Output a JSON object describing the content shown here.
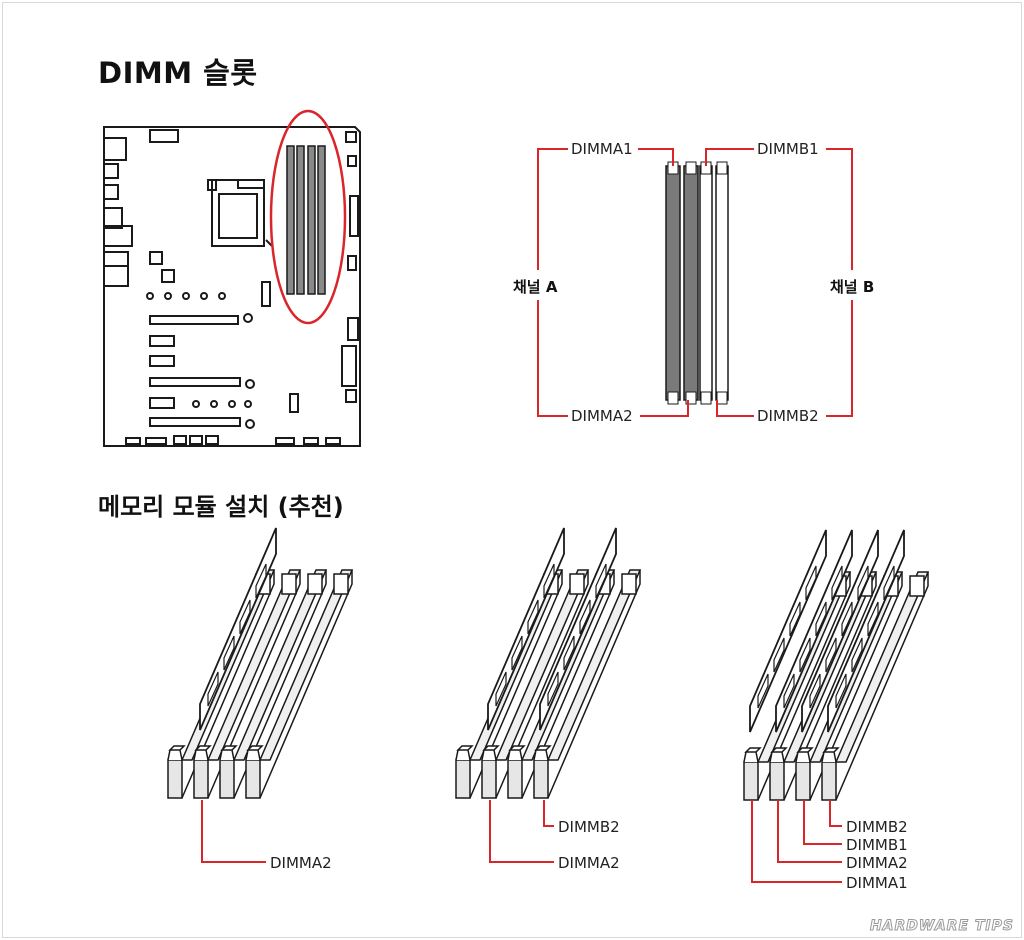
{
  "titles": {
    "dimm_slots": "DIMM 슬롯",
    "install": "메모리 모듈 설치 (추천)"
  },
  "slot_diagram": {
    "channel_a": "채널 A",
    "channel_b": "채널 B",
    "labels": {
      "a1": "DIMMA1",
      "a2": "DIMMA2",
      "b1": "DIMMB1",
      "b2": "DIMMB2"
    }
  },
  "install_configs": [
    {
      "labels": [
        "DIMMA2"
      ]
    },
    {
      "labels": [
        "DIMMB2",
        "DIMMA2"
      ]
    },
    {
      "labels": [
        "DIMMB2",
        "DIMMB1",
        "DIMMA2",
        "DIMMA1"
      ]
    }
  ],
  "watermark": "HARDWARE TIPS",
  "colors": {
    "accent_red": "#d9262b",
    "line": "#1a1a1a",
    "slot_dark": "#7a7a7a"
  }
}
